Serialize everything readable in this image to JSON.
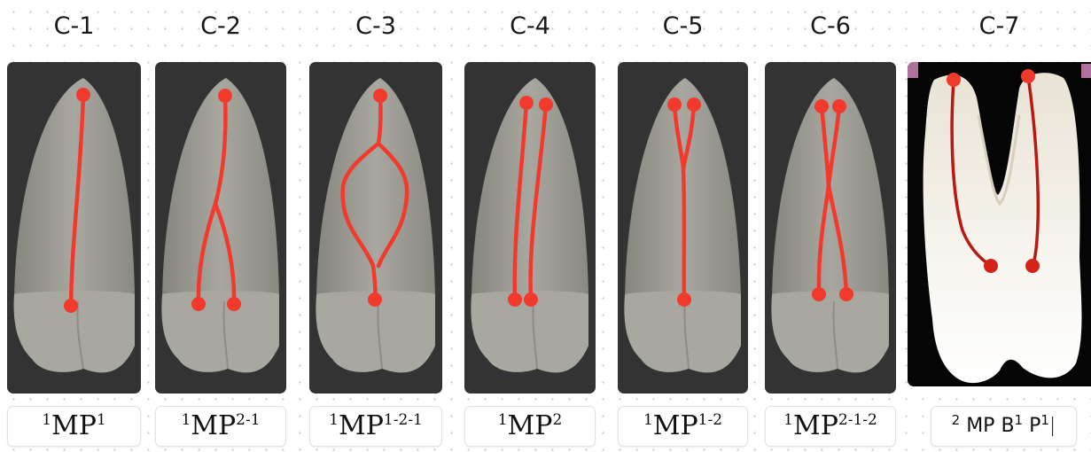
{
  "panels": [
    {
      "header": "C-1",
      "code": {
        "pre": "1",
        "main": "MP",
        "post": "1"
      }
    },
    {
      "header": "C-2",
      "code": {
        "pre": "1",
        "main": "MP",
        "post": "2-1"
      }
    },
    {
      "header": "C-3",
      "code": {
        "pre": "1",
        "main": "MP",
        "post": "1-2-1"
      }
    },
    {
      "header": "C-4",
      "code": {
        "pre": "1",
        "main": "MP",
        "post": "2"
      }
    },
    {
      "header": "C-5",
      "code": {
        "pre": "1",
        "main": "MP",
        "post": "1-2"
      }
    },
    {
      "header": "C-6",
      "code": {
        "pre": "1",
        "main": "MP",
        "post": "2-1-2"
      }
    },
    {
      "header": "C-7",
      "code": {
        "pre": "2",
        "main": "MP B",
        "b_sup": "1",
        "p": " P",
        "p_sup": "1"
      }
    }
  ],
  "colors": {
    "canal": "#f23a2c",
    "canal_dark": "#b81a12",
    "tooth": "#9b9a93",
    "crown": "#a8a79f",
    "background_dot": "#c9c9c9"
  }
}
